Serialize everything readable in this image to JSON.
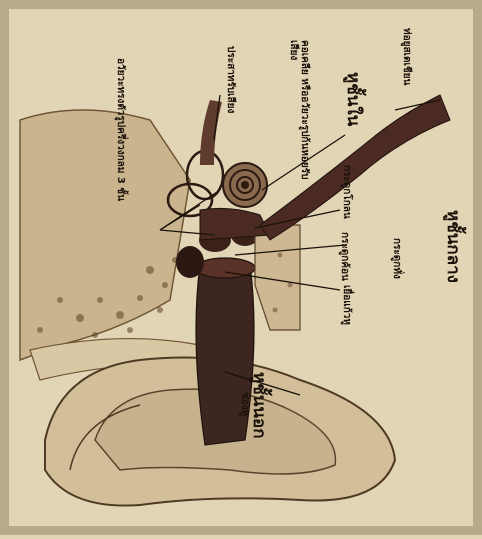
{
  "figure": {
    "labels": {
      "middle_ear_title": "หูชั้นกลาง",
      "inner_ear_title": "หูชั้นใน",
      "outer_ear_title": "หูชั้นนอก",
      "semicircular_canals": "อวัยวะทรงตัวรูปครึ่งวงกลม 3 ชั้น",
      "auditory_nerve": "ประสาทรับเสียง",
      "cochlea": "คอเคลีย หรืออวัยวะรูปก้นหอยรับเสียง",
      "eustachian_tube": "ท่อยูสเตเชียน",
      "stapes": "กระดูกโกลน",
      "incus": "กระดูกทั่ง",
      "malleus": "กระดูกค้อน",
      "eardrum": "เยื่อแก้วหู",
      "ear_canal": "ช่องหู"
    },
    "colors": {
      "paper": "#e2d5b5",
      "ink": "#1a120a",
      "tissue_dark": "#4a2a22",
      "bone": "#c9b48e"
    }
  }
}
